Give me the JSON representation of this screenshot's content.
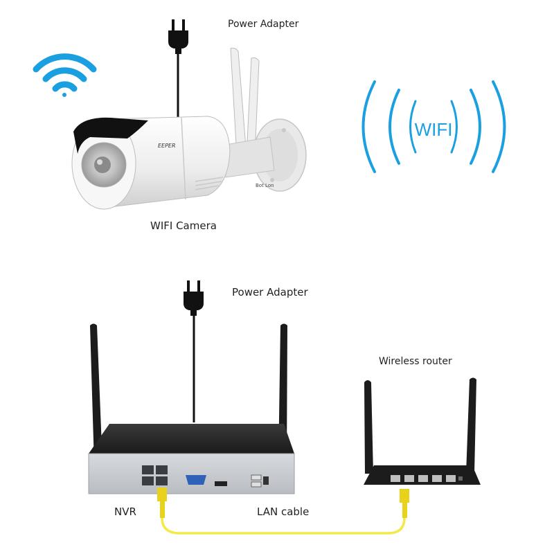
{
  "labels": {
    "power_adapter_top": "Power Adapter",
    "wifi_camera": "WIFI Camera",
    "power_adapter_mid": "Power Adapter",
    "wireless_router": "Wireless router",
    "nvr": "NVR",
    "lan_cable": "LAN cable"
  },
  "wifi_badge_text": "WIFI",
  "camera_brand": "EEPER",
  "camera_sticker": "Bot Lon",
  "colors": {
    "wifi_blue": "#1aa0e0",
    "cable_yellow": "#f2ea4a",
    "connector_yellow": "#e8d21c",
    "device_black": "#1c1c1c",
    "nvr_panel": "#c9ccd1",
    "camera_white": "#f2f2f2"
  },
  "icons": [
    "wifi-icon",
    "wifi-signal-badge",
    "power-plug-icon"
  ]
}
